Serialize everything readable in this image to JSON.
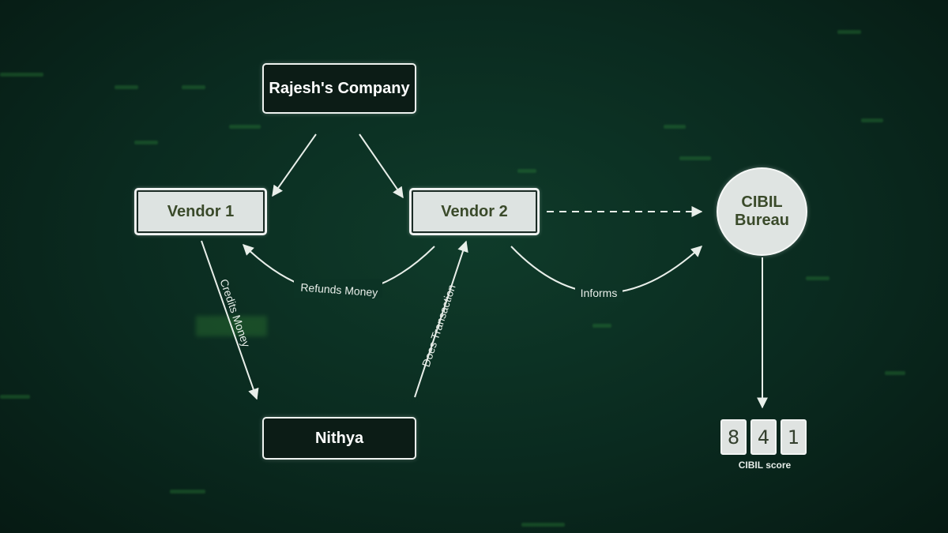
{
  "nodes": {
    "rajesh_company": "Rajesh's Company",
    "vendor1": "Vendor 1",
    "vendor2": "Vendor 2",
    "cibil_bureau_line1": "CIBIL",
    "cibil_bureau_line2": "Bureau",
    "nithya": "Nithya"
  },
  "edges": {
    "credits_money": "Credits Money",
    "refunds_money": "Refunds  Money",
    "does_transaction": "Does Transaction",
    "informs": "Informs"
  },
  "score": {
    "digits": [
      "8",
      "4",
      "1"
    ],
    "label": "CIBIL score"
  },
  "colors": {
    "background": "#0a2a1f",
    "line": "#e8eee9",
    "light_box": "#dde3e1",
    "dark_box": "#0c1c16"
  }
}
